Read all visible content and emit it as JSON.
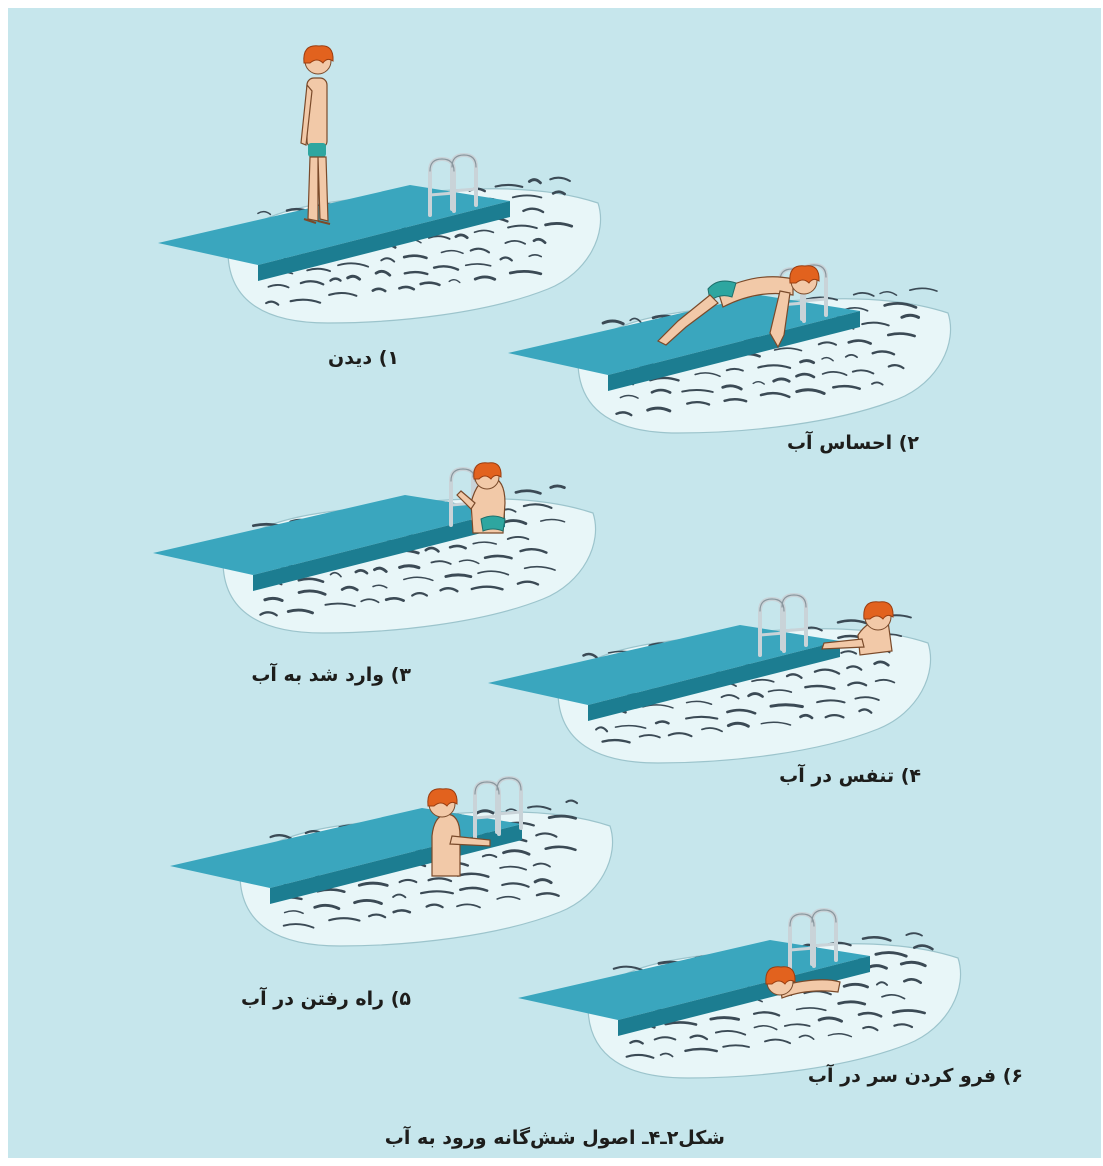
{
  "figure": {
    "steps": [
      {
        "label": "۱) دیدن",
        "pose": "standing"
      },
      {
        "label": "۲) احساس آب",
        "pose": "kneeling"
      },
      {
        "label": "۳) وارد شد به آب",
        "pose": "ladder"
      },
      {
        "label": "۴) تنفس در آب",
        "pose": "holding-edge"
      },
      {
        "label": "۵) راه رفتن در آب",
        "pose": "walking"
      },
      {
        "label": "۶) فرو کردن سر در آب",
        "pose": "head-under"
      }
    ],
    "caption": "شکل۲ـ۴ـ اصول شش‌گانه ورود به آب"
  },
  "colors": {
    "background": "#c6e6ec",
    "deck_top": "#3aa6be",
    "deck_side": "#1c7d91",
    "water": "#e8f6f8",
    "wave_ink": "#3b4a55",
    "skin": "#f2c9a8",
    "hair": "#e2621e",
    "trunks": "#2ea6a0"
  }
}
